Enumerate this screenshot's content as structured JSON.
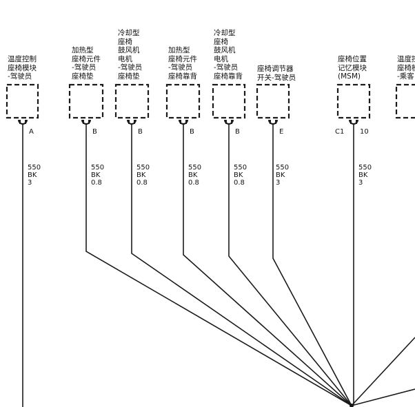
{
  "components": [
    {
      "id": "c1",
      "label": "温度控制\n座椅模块\n-驾驶员",
      "pin": "A",
      "connector": "",
      "wire": {
        "circuit": "550",
        "color": "BK",
        "gauge": "3"
      }
    },
    {
      "id": "c2",
      "label": "加热型\n座椅元件\n-驾驶员\n座椅垫",
      "pin": "B",
      "connector": "",
      "wire": {
        "circuit": "550",
        "color": "BK",
        "gauge": "0.8"
      }
    },
    {
      "id": "c3",
      "label": "冷却型\n座椅\n鼓风机\n电机\n-驾驶员\n座椅垫",
      "pin": "B",
      "connector": "",
      "wire": {
        "circuit": "550",
        "color": "BK",
        "gauge": "0.8"
      }
    },
    {
      "id": "c4",
      "label": "加热型\n座椅元件\n-驾驶员\n座椅靠背",
      "pin": "B",
      "connector": "",
      "wire": {
        "circuit": "550",
        "color": "BK",
        "gauge": "0.8"
      }
    },
    {
      "id": "c5",
      "label": "冷却型\n座椅\n鼓风机\n电机\n-驾驶员\n座椅靠背",
      "pin": "B",
      "connector": "",
      "wire": {
        "circuit": "550",
        "color": "BK",
        "gauge": "0.8"
      }
    },
    {
      "id": "c6",
      "label": "座椅调节器\n开关-驾驶员",
      "pin": "E",
      "connector": "",
      "wire": {
        "circuit": "550",
        "color": "BK",
        "gauge": "3"
      }
    },
    {
      "id": "c7",
      "label": "座椅位置\n记忆模块\n(MSM)",
      "pin": "10",
      "connector": "C1",
      "wire": {
        "circuit": "550",
        "color": "BK",
        "gauge": "3"
      }
    },
    {
      "id": "c8",
      "label": "温度控\n座椅模\n-乘客",
      "pin": "",
      "connector": "",
      "wire": null
    }
  ]
}
